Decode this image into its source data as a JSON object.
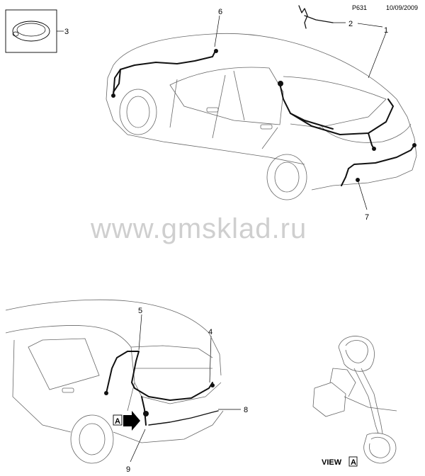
{
  "header": {
    "page_code": "P631",
    "date": "10/09/2009"
  },
  "watermark": "www.gmsklad.ru",
  "callouts": [
    "1",
    "2",
    "3",
    "4",
    "5",
    "6",
    "7",
    "8",
    "9"
  ],
  "view_label": {
    "text": "VIEW",
    "letter": "A"
  },
  "arrow_label": "A"
}
